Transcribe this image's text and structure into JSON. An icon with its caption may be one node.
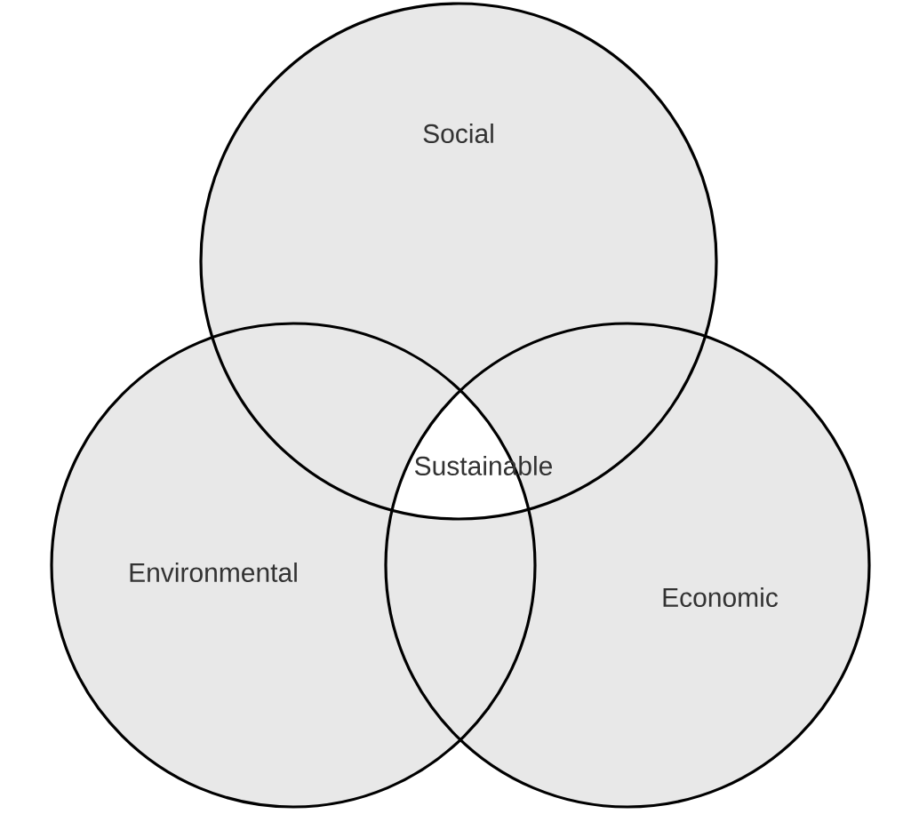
{
  "diagram": {
    "nodes": [
      {
        "text": [
          "Social"
        ]
      },
      {
        "text": [
          "Environmental"
        ]
      },
      {
        "text": [
          "Economic"
        ]
      }
    ],
    "labels": [
      "Sustainable"
    ]
  }
}
